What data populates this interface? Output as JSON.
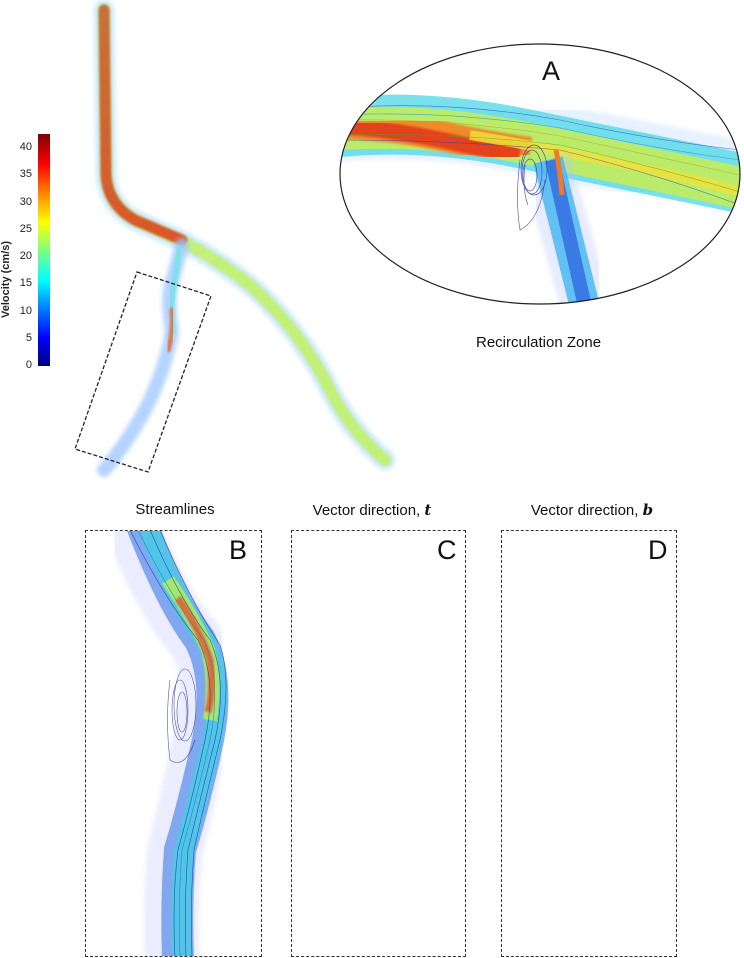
{
  "colorbar": {
    "title": "Velocity (cm/s)",
    "ticks": [
      "0",
      "5",
      "10",
      "15",
      "20",
      "25",
      "30",
      "35",
      "40"
    ],
    "min": 0,
    "max": 42.5,
    "colormap": [
      "#00007f",
      "#0000ff",
      "#0080ff",
      "#00ffff",
      "#80ff80",
      "#ffff00",
      "#ff8000",
      "#ff0000",
      "#7f0000"
    ]
  },
  "overview": {
    "description": "Arterial bifurcation with velocity-colored volume rendering",
    "region_box": "dashed rotated rectangle marking the branch shown in B, C, D"
  },
  "panel_a": {
    "letter": "A",
    "caption": "Recirculation Zone"
  },
  "panel_b": {
    "letter": "B",
    "title": "Streamlines"
  },
  "panel_c": {
    "letter": "C",
    "title_prefix": "Vector direction, ",
    "title_symbol": "t",
    "vector_color": "#9b2b2b"
  },
  "panel_d": {
    "letter": "D",
    "title_prefix": "Vector direction, ",
    "title_symbol": "b",
    "vector_color": "#4b4fa8"
  }
}
